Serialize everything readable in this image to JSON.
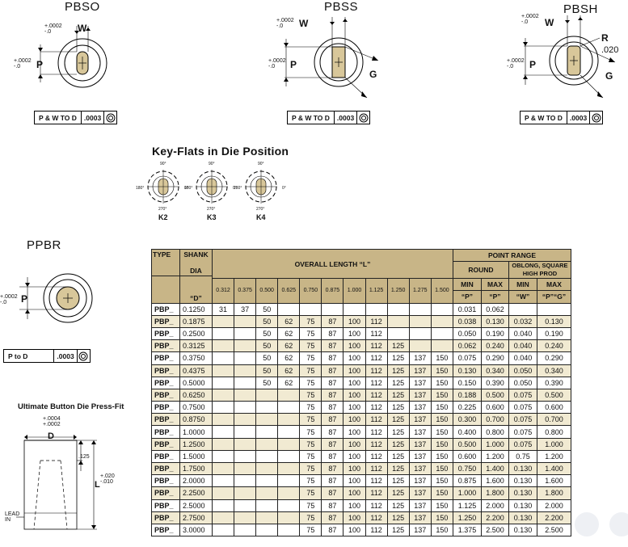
{
  "colors": {
    "fill": "#d8c79a",
    "header": "#c8b587",
    "band": "#f1ead2"
  },
  "pbso": {
    "title": "PBSO",
    "w": "W",
    "p": "P",
    "tol_w": [
      "+.0002",
      "-.0"
    ],
    "tol_p": [
      "+.0002",
      "-.0"
    ],
    "frame": {
      "label": "P & W TO D",
      "value": ".0003",
      "icon": "concentricity-icon"
    }
  },
  "pbss": {
    "title": "PBSS",
    "w": "W",
    "p": "P",
    "g": "G",
    "tol_w": [
      "+.0002",
      "-.0"
    ],
    "tol_p": [
      "+.0002",
      "-.0"
    ],
    "frame": {
      "label": "P & W TO D",
      "value": ".0003",
      "icon": "concentricity-icon"
    }
  },
  "pbsh": {
    "title": "PBSH",
    "w": "W",
    "p": "P",
    "g": "G",
    "r": "R",
    "r_value": ".020",
    "tol_w": [
      "+.0002",
      "-.0"
    ],
    "tol_p": [
      "+.0002",
      "-.0"
    ],
    "frame": {
      "label": "P & W TO D",
      "value": ".0003",
      "icon": "concentricity-icon"
    }
  },
  "keyflats": {
    "title": "Key-Flats in Die Position",
    "angles": {
      "top": "90°",
      "left": "180°",
      "right": "0°",
      "bottom": "270°"
    },
    "items": [
      {
        "label": "K2"
      },
      {
        "label": "K3"
      },
      {
        "label": "K4"
      }
    ]
  },
  "ppbr": {
    "title": "PPBR",
    "p": "P",
    "tol_p": [
      "+.0002",
      "-.0"
    ],
    "frame": {
      "label": "P to D",
      "value": ".0003",
      "icon": "concentricity-icon"
    }
  },
  "press_fit": {
    "title": "Ultimate Button Die Press-Fit",
    "d": "D",
    "tol_d": [
      "+.0004",
      "+.0002"
    ],
    "dim_125": ".125",
    "l": "L",
    "tol_l": [
      "+.020",
      "-.010"
    ],
    "lead_in": [
      "LEAD",
      "IN"
    ]
  },
  "table": {
    "headers": {
      "type": "TYPE",
      "shank": "SHANK",
      "dia": "DIA",
      "d": "“D”",
      "overall": "OVERALL LENGTH “L”",
      "point_range": "POINT RANGE",
      "round": "ROUND",
      "oblong": "OBLONG, SQUARE",
      "high_prod": "HIGH PROD",
      "min": "MIN",
      "max": "MAX",
      "min_p": "“P”",
      "max_p": "“P”",
      "min_w": "“W”",
      "max_pg": "“P”“G”"
    },
    "lengths": [
      "0.312",
      "0.375",
      "0.500",
      "0.625",
      "0.750",
      "0.875",
      "1.000",
      "1.125",
      "1.250",
      "1.275",
      "1.500"
    ],
    "rows": [
      {
        "type": "PBP_",
        "d": "0.1250",
        "l": [
          "31",
          "37",
          "50",
          "",
          "",
          "",
          "",
          "",
          "",
          "",
          ""
        ],
        "rmin": "0.031",
        "rmax": "0.062",
        "omin": "",
        "omax": ""
      },
      {
        "type": "PBP_",
        "d": "0.1875",
        "l": [
          "",
          "",
          "50",
          "62",
          "75",
          "87",
          "100",
          "112",
          "",
          "",
          ""
        ],
        "rmin": "0.038",
        "rmax": "0.130",
        "omin": "0.032",
        "omax": "0.130"
      },
      {
        "type": "PBP_",
        "d": "0.2500",
        "l": [
          "",
          "",
          "50",
          "62",
          "75",
          "87",
          "100",
          "112",
          "",
          "",
          ""
        ],
        "rmin": "0.050",
        "rmax": "0.190",
        "omin": "0.040",
        "omax": "0.190"
      },
      {
        "type": "PBP_",
        "d": "0.3125",
        "l": [
          "",
          "",
          "50",
          "62",
          "75",
          "87",
          "100",
          "112",
          "125",
          "",
          ""
        ],
        "rmin": "0.062",
        "rmax": "0.240",
        "omin": "0.040",
        "omax": "0.240"
      },
      {
        "type": "PBP_",
        "d": "0.3750",
        "l": [
          "",
          "",
          "50",
          "62",
          "75",
          "87",
          "100",
          "112",
          "125",
          "137",
          "150"
        ],
        "rmin": "0.075",
        "rmax": "0.290",
        "omin": "0.040",
        "omax": "0.290"
      },
      {
        "type": "PBP_",
        "d": "0.4375",
        "l": [
          "",
          "",
          "50",
          "62",
          "75",
          "87",
          "100",
          "112",
          "125",
          "137",
          "150"
        ],
        "rmin": "0.130",
        "rmax": "0.340",
        "omin": "0.050",
        "omax": "0.340"
      },
      {
        "type": "PBP_",
        "d": "0.5000",
        "l": [
          "",
          "",
          "50",
          "62",
          "75",
          "87",
          "100",
          "112",
          "125",
          "137",
          "150"
        ],
        "rmin": "0.150",
        "rmax": "0.390",
        "omin": "0.050",
        "omax": "0.390"
      },
      {
        "type": "PBP_",
        "d": "0.6250",
        "l": [
          "",
          "",
          "",
          "",
          "75",
          "87",
          "100",
          "112",
          "125",
          "137",
          "150"
        ],
        "rmin": "0.188",
        "rmax": "0.500",
        "omin": "0.075",
        "omax": "0.500"
      },
      {
        "type": "PBP_",
        "d": "0.7500",
        "l": [
          "",
          "",
          "",
          "",
          "75",
          "87",
          "100",
          "112",
          "125",
          "137",
          "150"
        ],
        "rmin": "0.225",
        "rmax": "0.600",
        "omin": "0.075",
        "omax": "0.600"
      },
      {
        "type": "PBP_",
        "d": "0.8750",
        "l": [
          "",
          "",
          "",
          "",
          "75",
          "87",
          "100",
          "112",
          "125",
          "137",
          "150"
        ],
        "rmin": "0.300",
        "rmax": "0.700",
        "omin": "0.075",
        "omax": "0.700"
      },
      {
        "type": "PBP_",
        "d": "1.0000",
        "l": [
          "",
          "",
          "",
          "",
          "75",
          "87",
          "100",
          "112",
          "125",
          "137",
          "150"
        ],
        "rmin": "0.400",
        "rmax": "0.800",
        "omin": "0.075",
        "omax": "0.800"
      },
      {
        "type": "PBP_",
        "d": "1.2500",
        "l": [
          "",
          "",
          "",
          "",
          "75",
          "87",
          "100",
          "112",
          "125",
          "137",
          "150"
        ],
        "rmin": "0.500",
        "rmax": "1.000",
        "omin": "0.075",
        "omax": "1.000"
      },
      {
        "type": "PBP_",
        "d": "1.5000",
        "l": [
          "",
          "",
          "",
          "",
          "75",
          "87",
          "100",
          "112",
          "125",
          "137",
          "150"
        ],
        "rmin": "0.600",
        "rmax": "1.200",
        "omin": "0.75",
        "omax": "1.200"
      },
      {
        "type": "PBP_",
        "d": "1.7500",
        "l": [
          "",
          "",
          "",
          "",
          "75",
          "87",
          "100",
          "112",
          "125",
          "137",
          "150"
        ],
        "rmin": "0.750",
        "rmax": "1.400",
        "omin": "0.130",
        "omax": "1.400"
      },
      {
        "type": "PBP_",
        "d": "2.0000",
        "l": [
          "",
          "",
          "",
          "",
          "75",
          "87",
          "100",
          "112",
          "125",
          "137",
          "150"
        ],
        "rmin": "0.875",
        "rmax": "1.600",
        "omin": "0.130",
        "omax": "1.600"
      },
      {
        "type": "PBP_",
        "d": "2.2500",
        "l": [
          "",
          "",
          "",
          "",
          "75",
          "87",
          "100",
          "112",
          "125",
          "137",
          "150"
        ],
        "rmin": "1.000",
        "rmax": "1.800",
        "omin": "0.130",
        "omax": "1.800"
      },
      {
        "type": "PBP_",
        "d": "2.5000",
        "l": [
          "",
          "",
          "",
          "",
          "75",
          "87",
          "100",
          "112",
          "125",
          "137",
          "150"
        ],
        "rmin": "1.125",
        "rmax": "2.000",
        "omin": "0.130",
        "omax": "2.000"
      },
      {
        "type": "PBP_",
        "d": "2.7500",
        "l": [
          "",
          "",
          "",
          "",
          "75",
          "87",
          "100",
          "112",
          "125",
          "137",
          "150"
        ],
        "rmin": "1.250",
        "rmax": "2.200",
        "omin": "0.130",
        "omax": "2.200"
      },
      {
        "type": "PBP_",
        "d": "3.0000",
        "l": [
          "",
          "",
          "",
          "",
          "75",
          "87",
          "100",
          "112",
          "125",
          "137",
          "150"
        ],
        "rmin": "1.375",
        "rmax": "2.500",
        "omin": "0.130",
        "omax": "2.500"
      }
    ]
  }
}
